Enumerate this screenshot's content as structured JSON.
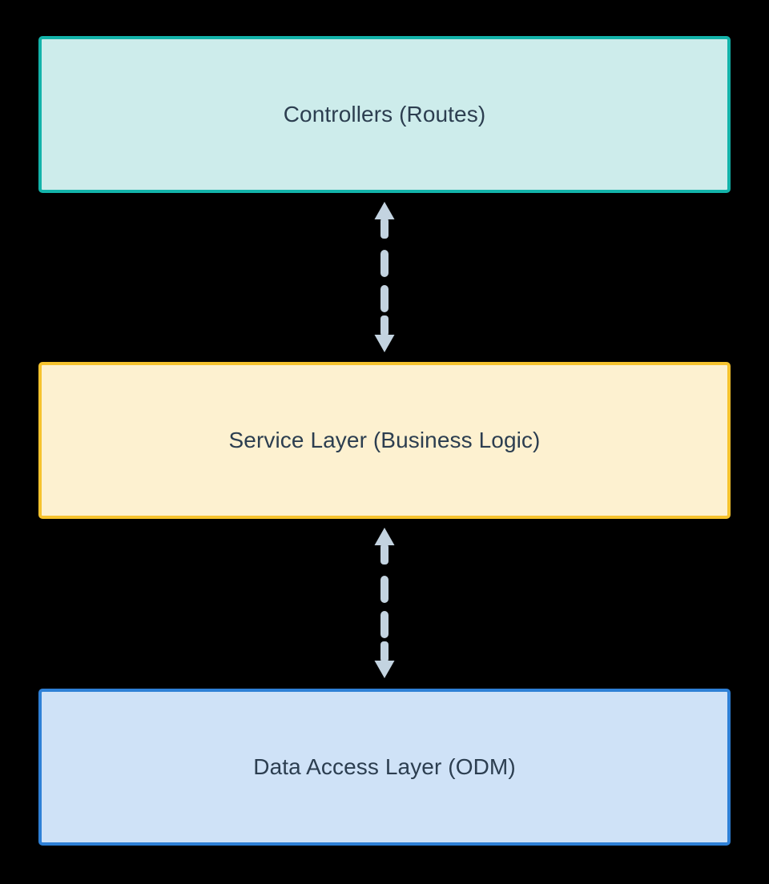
{
  "diagram": {
    "type": "layered-architecture-flowchart",
    "orientation": "top-to-bottom",
    "background_color": "#000000",
    "text_color": "#2c3e50",
    "nodes": [
      {
        "id": "controllers",
        "label": "Controllers (Routes)",
        "fill_color": "#cdeceb",
        "border_color": "#13b3aa"
      },
      {
        "id": "service",
        "label": "Service Layer (Business Logic)",
        "fill_color": "#fdf1d0",
        "border_color": "#f6c32e"
      },
      {
        "id": "data-access",
        "label": "Data Access Layer (ODM)",
        "fill_color": "#cfe2f7",
        "border_color": "#2e80d6"
      }
    ],
    "edges": [
      {
        "id": "controllers-service",
        "from": "controllers",
        "to": "service",
        "style": "dashed",
        "arrowheads": "both",
        "color": "#c3d3e0",
        "label": ""
      },
      {
        "id": "service-data-access",
        "from": "service",
        "to": "data-access",
        "style": "dashed",
        "arrowheads": "both",
        "color": "#c3d3e0",
        "label": ""
      }
    ]
  }
}
